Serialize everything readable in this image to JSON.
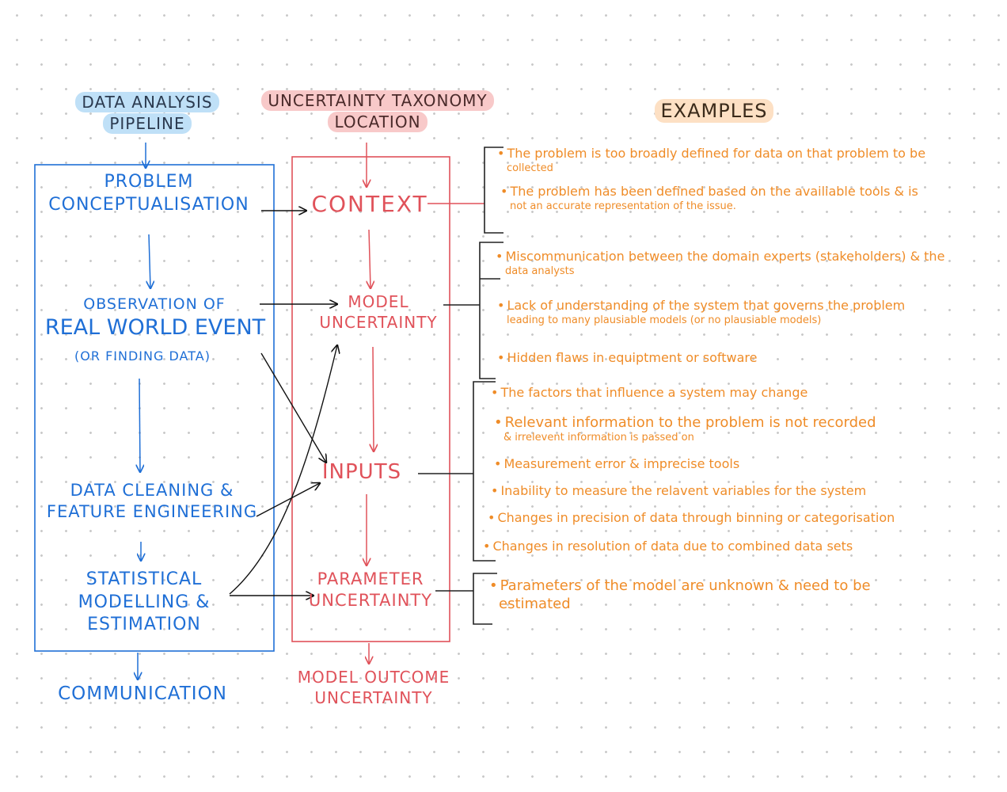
{
  "headers": {
    "pipeline": "DATA ANALYSIS PIPELINE",
    "taxonomy": "UNCERTAINTY TAXONOMY LOCATION",
    "examples": "EXAMPLES"
  },
  "pipeline": {
    "problem": "PROBLEM CONCEPTUALISATION",
    "observation": "OBSERVATION OF",
    "observation_main": "REAL WORLD EVENT",
    "observation_sub": "(OR FINDING DATA)",
    "cleaning": "DATA CLEANING & FEATURE ENGINEERING",
    "modelling": "STATISTICAL MODELLING & ESTIMATION",
    "communication": "COMMUNICATION"
  },
  "taxonomy": {
    "context": "CONTEXT",
    "model": "MODEL UNCERTAINTY",
    "inputs": "INPUTS",
    "parameter": "PARAMETER UNCERTAINTY",
    "outcome": "MODEL OUTCOME UNCERTAINTY"
  },
  "examples": {
    "context": [
      {
        "text": "The problem is too broadly defined for data on that problem to be",
        "sub": "collected"
      },
      {
        "text": "The problem has been defined based on the availiable tools & is",
        "sub": "not an accurate representation of the issue."
      }
    ],
    "model": [
      {
        "text": "Miscommunication between the domain experts (stakeholders) & the",
        "sub": "data analysts"
      },
      {
        "text": "Lack of understanding of the system that governs the problem",
        "sub": "leading to many plausiable models (or no plausiable models)"
      },
      {
        "text": "Hidden flaws in equiptment or software",
        "sub": ""
      }
    ],
    "inputs": [
      {
        "text": "The factors that influence a system may change",
        "sub": ""
      },
      {
        "text": "Relevant information to the problem is not recorded",
        "sub": "& irrelevent information is passed on"
      },
      {
        "text": "Measurement error & imprecise tools",
        "sub": ""
      },
      {
        "text": "Inability to measure the relavent variables for the system",
        "sub": ""
      },
      {
        "text": "Changes in precision of data through binning or categorisation",
        "sub": ""
      },
      {
        "text": "Changes in resolution of data due to combined data sets",
        "sub": ""
      }
    ],
    "parameter": [
      {
        "text": "Parameters of the model are unknown & need to be",
        "sub": "estimated"
      }
    ]
  },
  "colors": {
    "blue": "#1f6fd6",
    "red": "#e0525a",
    "orange": "#ef8c28",
    "blue_highlight": "#bfe0f7",
    "red_highlight": "#f8c9c9",
    "orange_highlight": "#fde0c4"
  }
}
